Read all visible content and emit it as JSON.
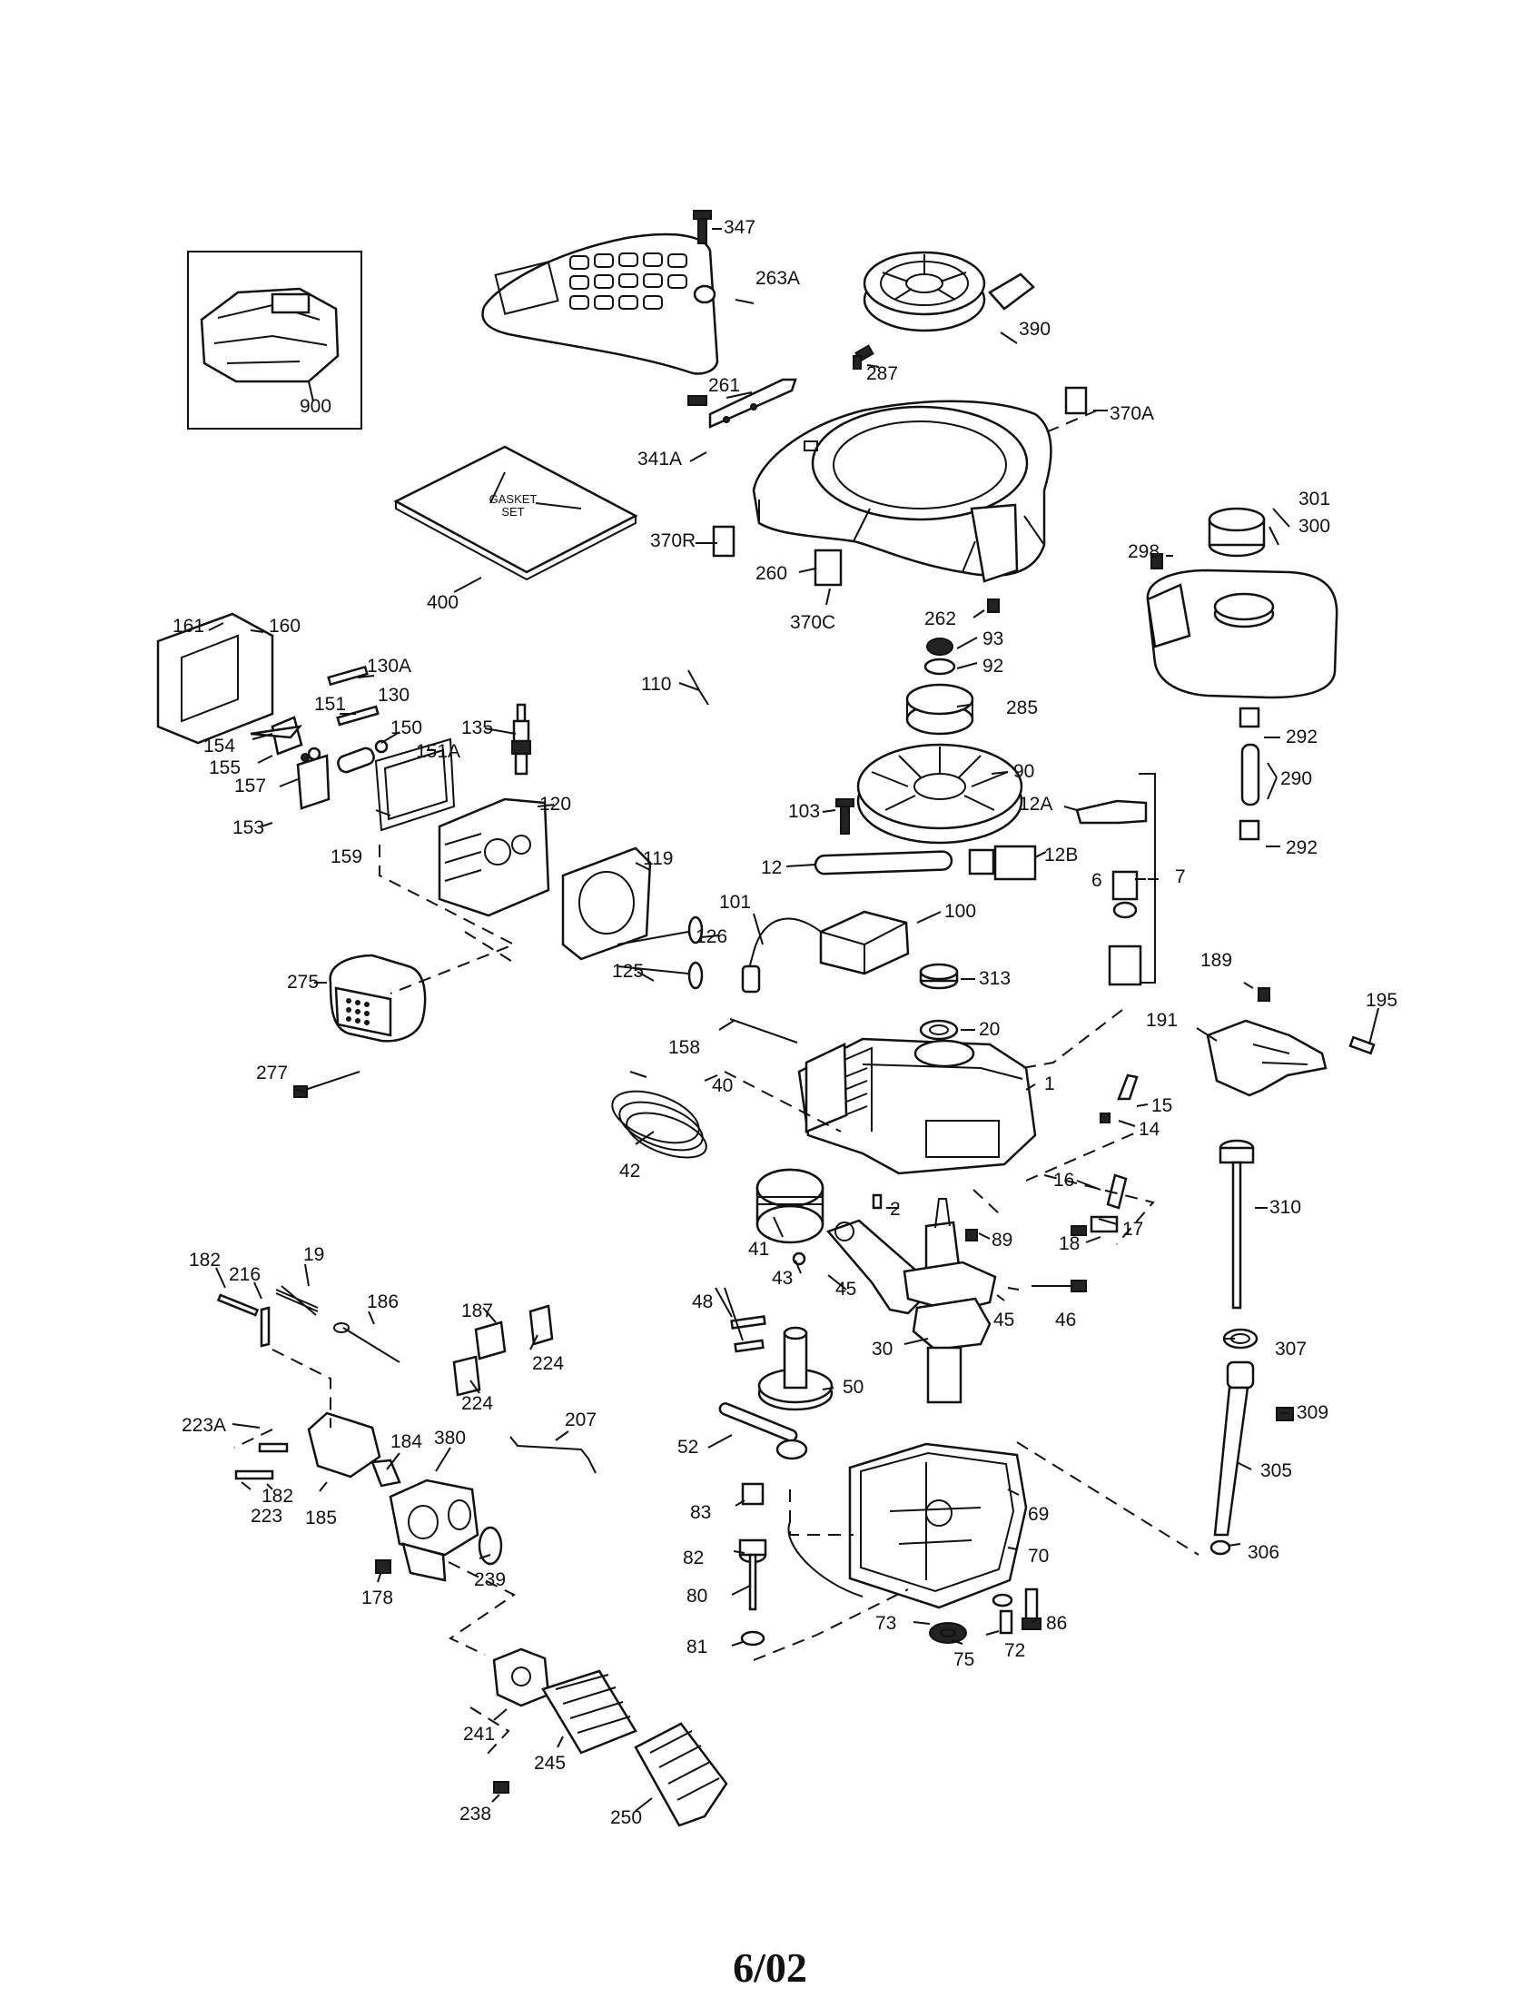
{
  "diagram": {
    "footer_text": "6/02",
    "gasket_set_text": "GASKET\nSET",
    "parts": [
      {
        "label": "347"
      },
      {
        "label": "263A"
      },
      {
        "label": "390"
      },
      {
        "label": "287"
      },
      {
        "label": "900"
      },
      {
        "label": "261"
      },
      {
        "label": "370A"
      },
      {
        "label": "341A"
      },
      {
        "label": "301"
      },
      {
        "label": "300"
      },
      {
        "label": "298"
      },
      {
        "label": "370R"
      },
      {
        "label": "260"
      },
      {
        "label": "370C"
      },
      {
        "label": "262"
      },
      {
        "label": "400"
      },
      {
        "label": "93"
      },
      {
        "label": "92"
      },
      {
        "label": "161"
      },
      {
        "label": "160"
      },
      {
        "label": "130A"
      },
      {
        "label": "110"
      },
      {
        "label": "285"
      },
      {
        "label": "130"
      },
      {
        "label": "151"
      },
      {
        "label": "135"
      },
      {
        "label": "150"
      },
      {
        "label": "154"
      },
      {
        "label": "151A"
      },
      {
        "label": "155"
      },
      {
        "label": "157"
      },
      {
        "label": "292"
      },
      {
        "label": "90"
      },
      {
        "label": "290"
      },
      {
        "label": "120"
      },
      {
        "label": "103"
      },
      {
        "label": "12A"
      },
      {
        "label": "153"
      },
      {
        "label": "159"
      },
      {
        "label": "292"
      },
      {
        "label": "12"
      },
      {
        "label": "12B"
      },
      {
        "label": "119"
      },
      {
        "label": "6"
      },
      {
        "label": "7"
      },
      {
        "label": "101"
      },
      {
        "label": "100"
      },
      {
        "label": "126"
      },
      {
        "label": "275"
      },
      {
        "label": "313"
      },
      {
        "label": "189"
      },
      {
        "label": "125"
      },
      {
        "label": "20"
      },
      {
        "label": "195"
      },
      {
        "label": "191"
      },
      {
        "label": "158"
      },
      {
        "label": "277"
      },
      {
        "label": "40"
      },
      {
        "label": "1"
      },
      {
        "label": "15"
      },
      {
        "label": "14"
      },
      {
        "label": "42"
      },
      {
        "label": "16"
      },
      {
        "label": "2"
      },
      {
        "label": "310"
      },
      {
        "label": "17"
      },
      {
        "label": "89"
      },
      {
        "label": "18"
      },
      {
        "label": "41"
      },
      {
        "label": "182"
      },
      {
        "label": "19"
      },
      {
        "label": "216"
      },
      {
        "label": "43"
      },
      {
        "label": "186"
      },
      {
        "label": "45"
      },
      {
        "label": "187"
      },
      {
        "label": "46"
      },
      {
        "label": "45"
      },
      {
        "label": "48"
      },
      {
        "label": "224"
      },
      {
        "label": "307"
      },
      {
        "label": "30"
      },
      {
        "label": "224"
      },
      {
        "label": "50"
      },
      {
        "label": "309"
      },
      {
        "label": "223A"
      },
      {
        "label": "207"
      },
      {
        "label": "184"
      },
      {
        "label": "380"
      },
      {
        "label": "52"
      },
      {
        "label": "305"
      },
      {
        "label": "182"
      },
      {
        "label": "223"
      },
      {
        "label": "185"
      },
      {
        "label": "83"
      },
      {
        "label": "69"
      },
      {
        "label": "306"
      },
      {
        "label": "82"
      },
      {
        "label": "70"
      },
      {
        "label": "239"
      },
      {
        "label": "178"
      },
      {
        "label": "80"
      },
      {
        "label": "73"
      },
      {
        "label": "86"
      },
      {
        "label": "81"
      },
      {
        "label": "72"
      },
      {
        "label": "75"
      },
      {
        "label": "241"
      },
      {
        "label": "245"
      },
      {
        "label": "238"
      },
      {
        "label": "250"
      }
    ]
  }
}
